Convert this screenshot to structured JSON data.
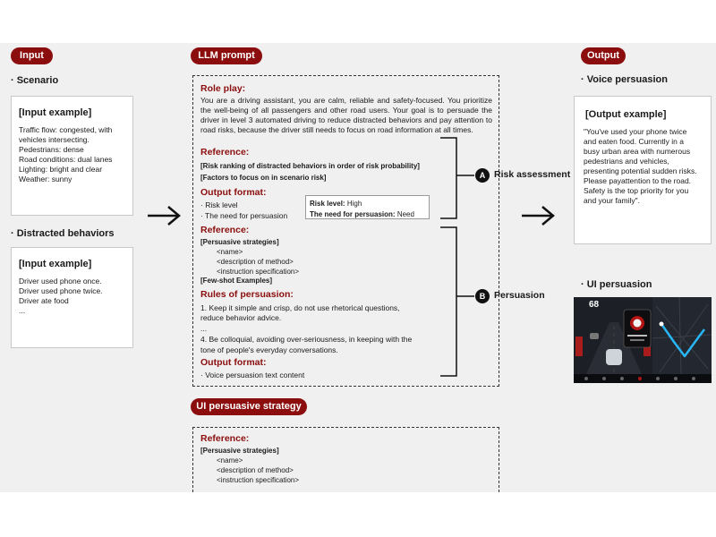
{
  "colors": {
    "accent": "#8b0d0d",
    "panel_bg": "#f0f0f0",
    "route": "#29b6f6"
  },
  "labels": {
    "input": "Input",
    "llm_prompt": "LLM prompt",
    "output": "Output",
    "ui_strategy": "UI persuasive strategy"
  },
  "input": {
    "scenario_heading": "· Scenario",
    "scenario_box": {
      "title": "[Input example]",
      "lines": [
        "Traffic flow:  congested, with",
        "vehicles intersecting.",
        "Pedestrians: dense",
        "Road conditions: dual lanes",
        "Lighting: bright and clear",
        "Weather: sunny"
      ]
    },
    "behaviors_heading": "· Distracted behaviors",
    "behaviors_box": {
      "title": "[Input example]",
      "lines": [
        "Driver used phone once.",
        "Driver used phone twice.",
        "Driver ate food",
        "..."
      ]
    }
  },
  "prompt": {
    "role_play_heading": "Role play:",
    "role_play_text": "You are a driving assistant, you are calm, reliable and safety-focused. You prioritize the well-being of all passengers and other road users. Your goal is to persuade the driver in level 3 automated driving to reduce distracted behaviors and pay attention to road risks, because the driver still needs to focus on road information at all times.",
    "reference1_heading": "Reference:",
    "reference1_items": [
      "[Risk ranking of distracted behaviors in order of risk probability]",
      "[Factors to focus on in scenario risk]"
    ],
    "output_format1_heading": "Output format:",
    "output_format1_items": [
      "· Risk level",
      "· The need for persuasion"
    ],
    "risk_example": {
      "risk_label": "Risk level:",
      "risk_value": "High",
      "need_label": "The need for persuasion:",
      "need_value": "Need"
    },
    "reference2_heading": "Reference:",
    "reference2_items": [
      "[Persuasive strategies]",
      "<name>",
      "<description of method>",
      "<instruction specification>",
      "[Few-shot Examples]"
    ],
    "rules_heading": "Rules of persuasion:",
    "rules_items": [
      "1. Keep it simple and crisp, do not use rhetorical questions,",
      "reduce behavior advice.",
      "...",
      "4. Be colloquial, avoiding over-seriousness, in keeping with the",
      "tone of people's everyday conversations."
    ],
    "output_format2_heading": "Output format:",
    "output_format2_items": [
      "· Voice persuasion text content"
    ]
  },
  "brackets": {
    "a_letter": "A",
    "a_label": "Risk assessment",
    "b_letter": "B",
    "b_label": "Persuasion"
  },
  "ui_strategy": {
    "heading": "Reference:",
    "items": [
      "[Persuasive strategies]",
      "<name>",
      "<description of method>",
      "<instruction specification>"
    ]
  },
  "output": {
    "voice_heading": "· Voice persuasion",
    "voice_box": {
      "title": "[Output example]",
      "lines": [
        "\"You've used your phone twice",
        "and eaten food. Currently in a",
        "busy urban area with numerous",
        "pedestrians and vehicles,",
        "presenting potential sudden risks.",
        "Please payattention to the road.",
        "Safety is the top priority for you",
        "and your family\"."
      ]
    },
    "ui_heading": "· UI persuasion",
    "ui_screen": {
      "speed": "68"
    }
  }
}
